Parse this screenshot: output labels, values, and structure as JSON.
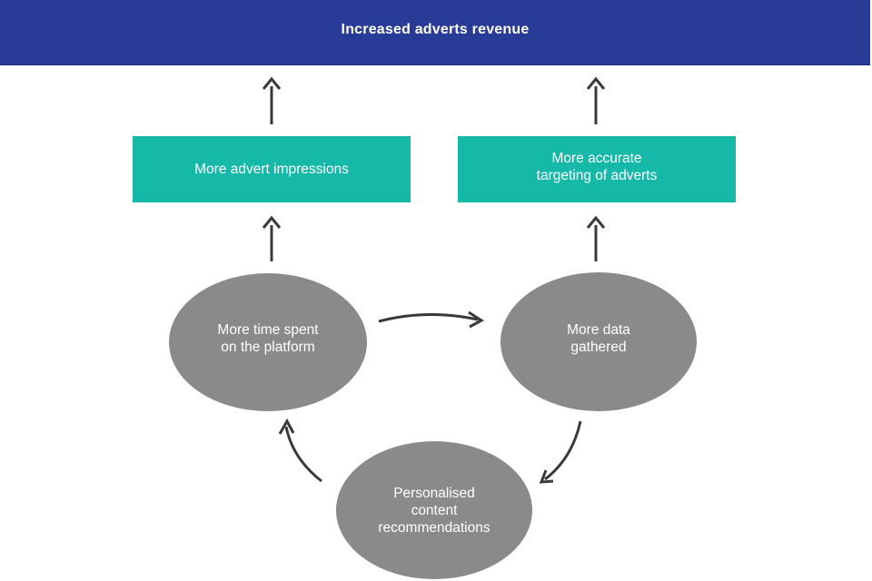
{
  "banner": {
    "label": "Increased adverts revenue"
  },
  "boxes": {
    "left": {
      "label": "More advert impressions"
    },
    "right": {
      "label": "More accurate\ntargeting of adverts"
    }
  },
  "circles": {
    "time_spent": {
      "label": "More time spent\non the platform"
    },
    "data_gathered": {
      "label": "More data\ngathered"
    },
    "recommendations": {
      "label": "Personalised\ncontent\nrecommendations"
    }
  },
  "colors": {
    "banner": "#283b96",
    "box": "#16b8a7",
    "circle": "#8a8a8d",
    "arrow": "#3a3a3a"
  }
}
